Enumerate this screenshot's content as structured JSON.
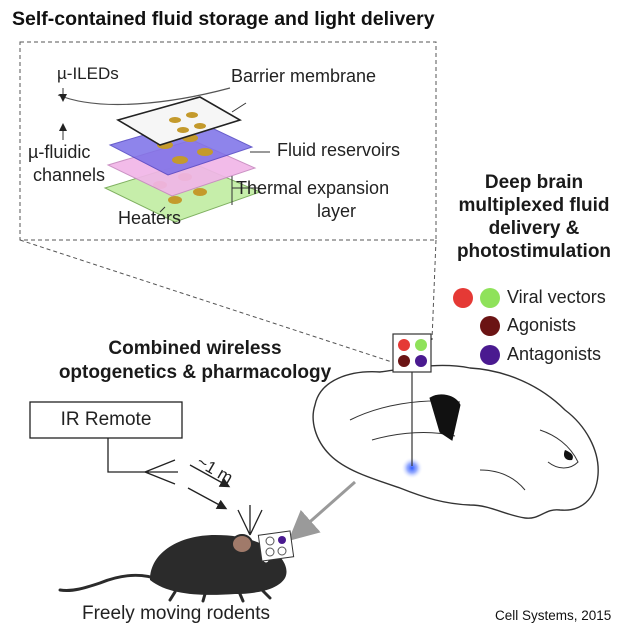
{
  "title": "Self-contained fluid storage and light delivery",
  "inset": {
    "labels": {
      "ileds": "µ-ILEDs",
      "barrier": "Barrier membrane",
      "fluidic_line1": "µ-fluidic",
      "fluidic_line2": "channels",
      "reservoirs": "Fluid reservoirs",
      "thermal_line1": "Thermal expansion",
      "thermal_line2": "layer",
      "heaters": "Heaters"
    }
  },
  "deep_brain": {
    "line1": "Deep brain",
    "line2": "multiplexed fluid",
    "line3": "delivery &",
    "line4": "photostimulation"
  },
  "legend": [
    {
      "label": "Viral vectors",
      "colors": [
        "#e53935",
        "#8fe25a"
      ]
    },
    {
      "label": "Agonists",
      "colors": [
        "#6b1414"
      ]
    },
    {
      "label": "Antagonists",
      "colors": [
        "#4a1a90"
      ]
    }
  ],
  "combined": {
    "line1": "Combined wireless",
    "line2": "optogenetics & pharmacology"
  },
  "remote": {
    "label": "IR Remote"
  },
  "distance": "~1 m",
  "rodents": "Freely moving rodents",
  "credit": "Cell Systems, 2015",
  "colors": {
    "reservoir": "#7b6fe8",
    "channel": "#f1b6e8",
    "thermal": "#c6eeaa",
    "gold": "#c49a2c",
    "mouse": "#2b2b2b",
    "light": "#3a63ff"
  }
}
